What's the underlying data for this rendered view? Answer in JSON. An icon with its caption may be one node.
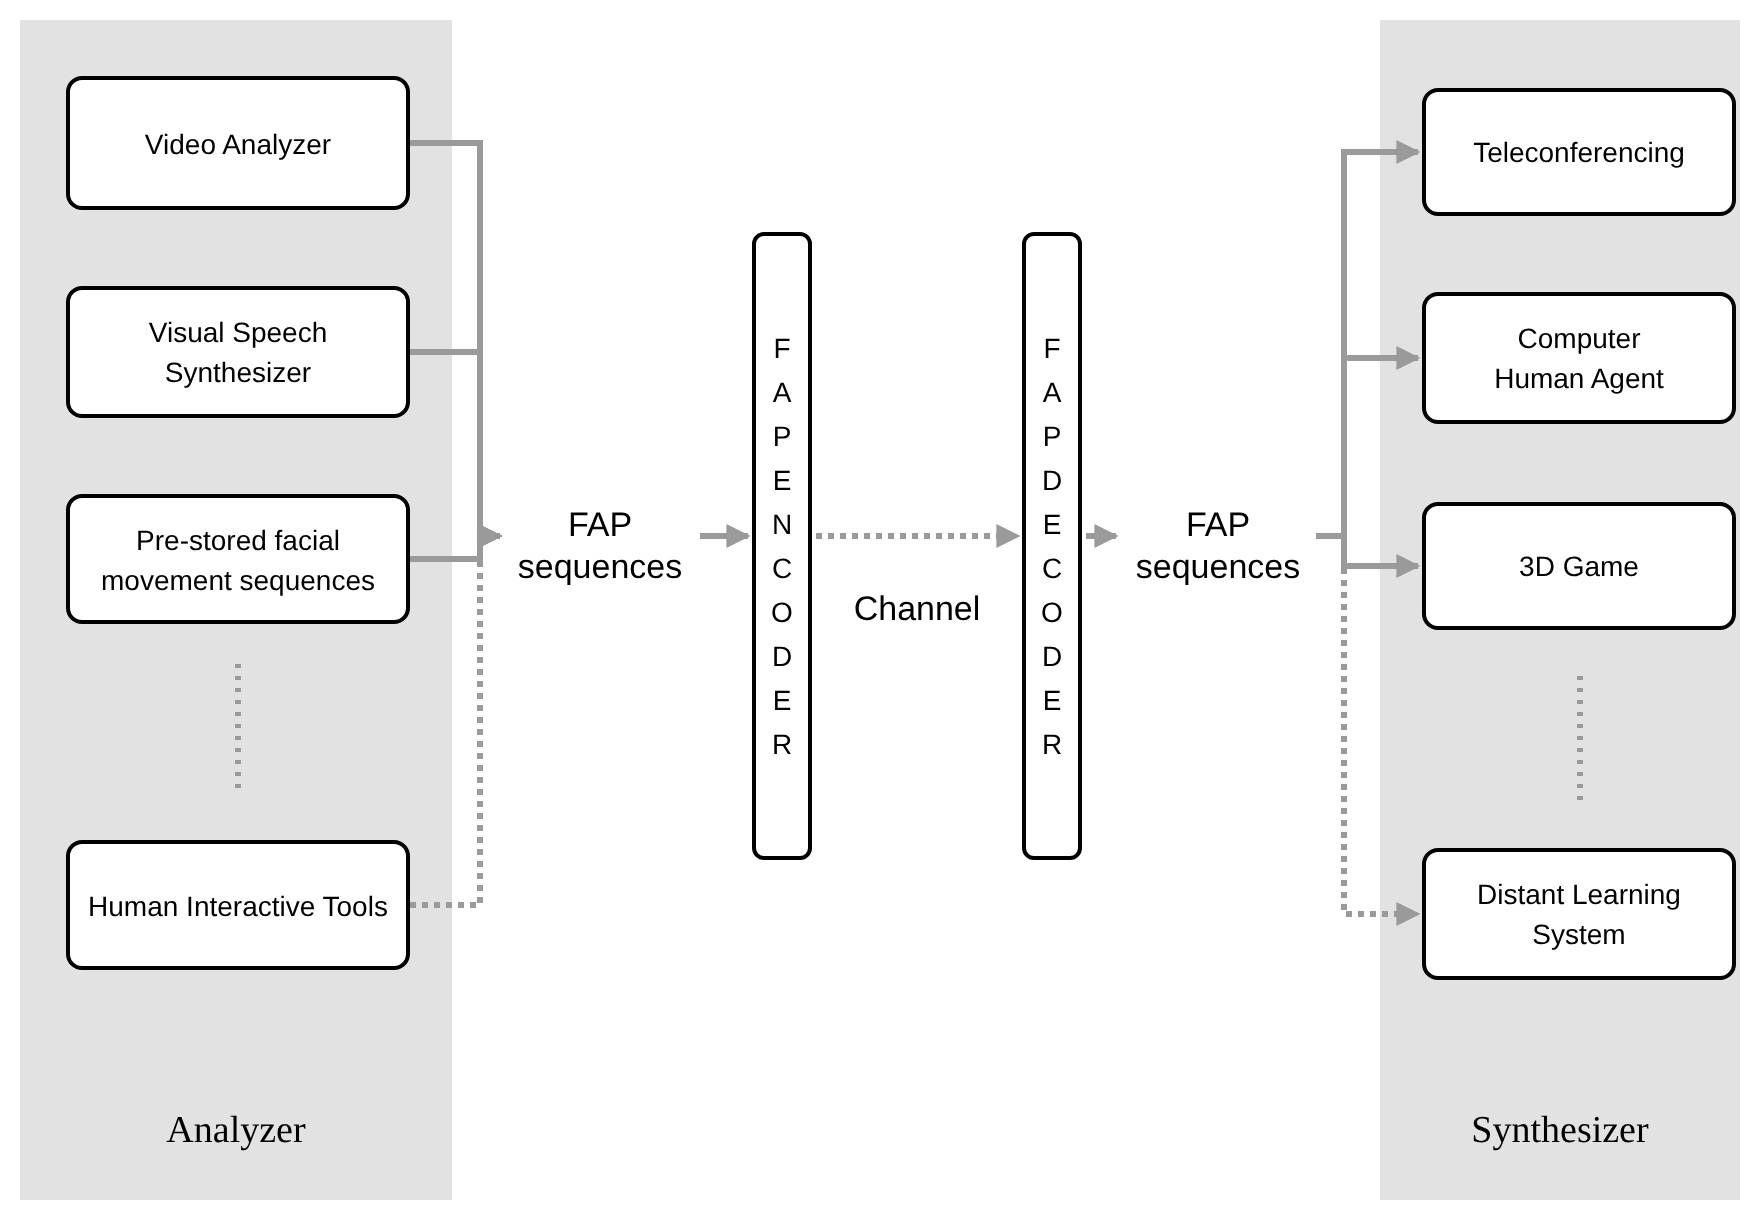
{
  "diagram": {
    "nodes": [
      {
        "text": [
          "Analyzer"
        ]
      },
      {
        "text": [
          "Video Analyzer"
        ],
        "in": 0
      },
      {
        "text": [
          "Visual Speech Synthesizer"
        ],
        "in": 0
      },
      {
        "text": [
          "Pre-stored facial movement sequences"
        ],
        "in": 0
      },
      {
        "text": [
          "Human Interactive Tools"
        ],
        "in": 0
      },
      {
        "text": [
          "FAP sequences"
        ]
      },
      {
        "text": [
          "FAP ENCODER"
        ]
      },
      {
        "text": [
          "FAP DECODER"
        ]
      },
      {
        "text": [
          "FAP sequences"
        ]
      },
      {
        "text": [
          "Synthesizer"
        ]
      },
      {
        "text": [
          "Teleconferencing"
        ],
        "in": 9
      },
      {
        "text": [
          "Computer Human Agent"
        ],
        "in": 9
      },
      {
        "text": [
          "3D Game"
        ],
        "in": 9
      },
      {
        "text": [
          "Distant Learning System"
        ],
        "in": 9
      }
    ],
    "edges": [
      {
        "from": 1,
        "to": 5,
        "arrow": "to"
      },
      {
        "from": 2,
        "to": 5,
        "arrow": "to"
      },
      {
        "from": 3,
        "to": 5,
        "arrow": "to"
      },
      {
        "from": 4,
        "to": 5,
        "arrow": "to",
        "style": "dashed"
      },
      {
        "from": 5,
        "to": 6,
        "arrow": "to"
      },
      {
        "from": 6,
        "to": 7,
        "arrow": "to",
        "style": "dashed",
        "label": "Channel"
      },
      {
        "from": 7,
        "to": 8,
        "arrow": "to"
      },
      {
        "from": 8,
        "to": 10,
        "arrow": "to"
      },
      {
        "from": 8,
        "to": 11,
        "arrow": "to"
      },
      {
        "from": 8,
        "to": 12,
        "arrow": "to"
      },
      {
        "from": 8,
        "to": 13,
        "arrow": "to",
        "style": "dashed"
      }
    ]
  }
}
